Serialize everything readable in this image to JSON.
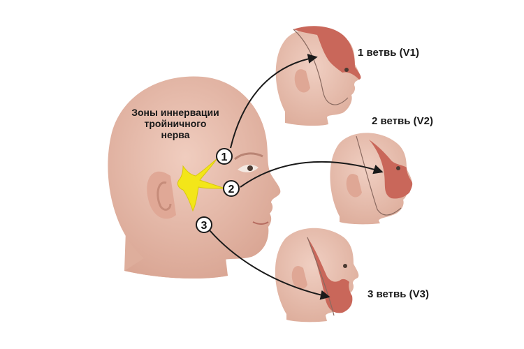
{
  "title_lines": [
    "Зоны иннервации",
    "тройничного",
    "нерва"
  ],
  "markers": [
    "1",
    "2",
    "3"
  ],
  "branches": [
    {
      "label": "1 ветвь (V1)"
    },
    {
      "label": "2 ветвь (V2)"
    },
    {
      "label": "3 ветвь (V3)"
    }
  ],
  "colors": {
    "skin": "#e8bfae",
    "skin_shadow": "#d9a593",
    "zone": "#c9675a",
    "nerve": "#f3e619",
    "outline": "#8a6a60"
  }
}
